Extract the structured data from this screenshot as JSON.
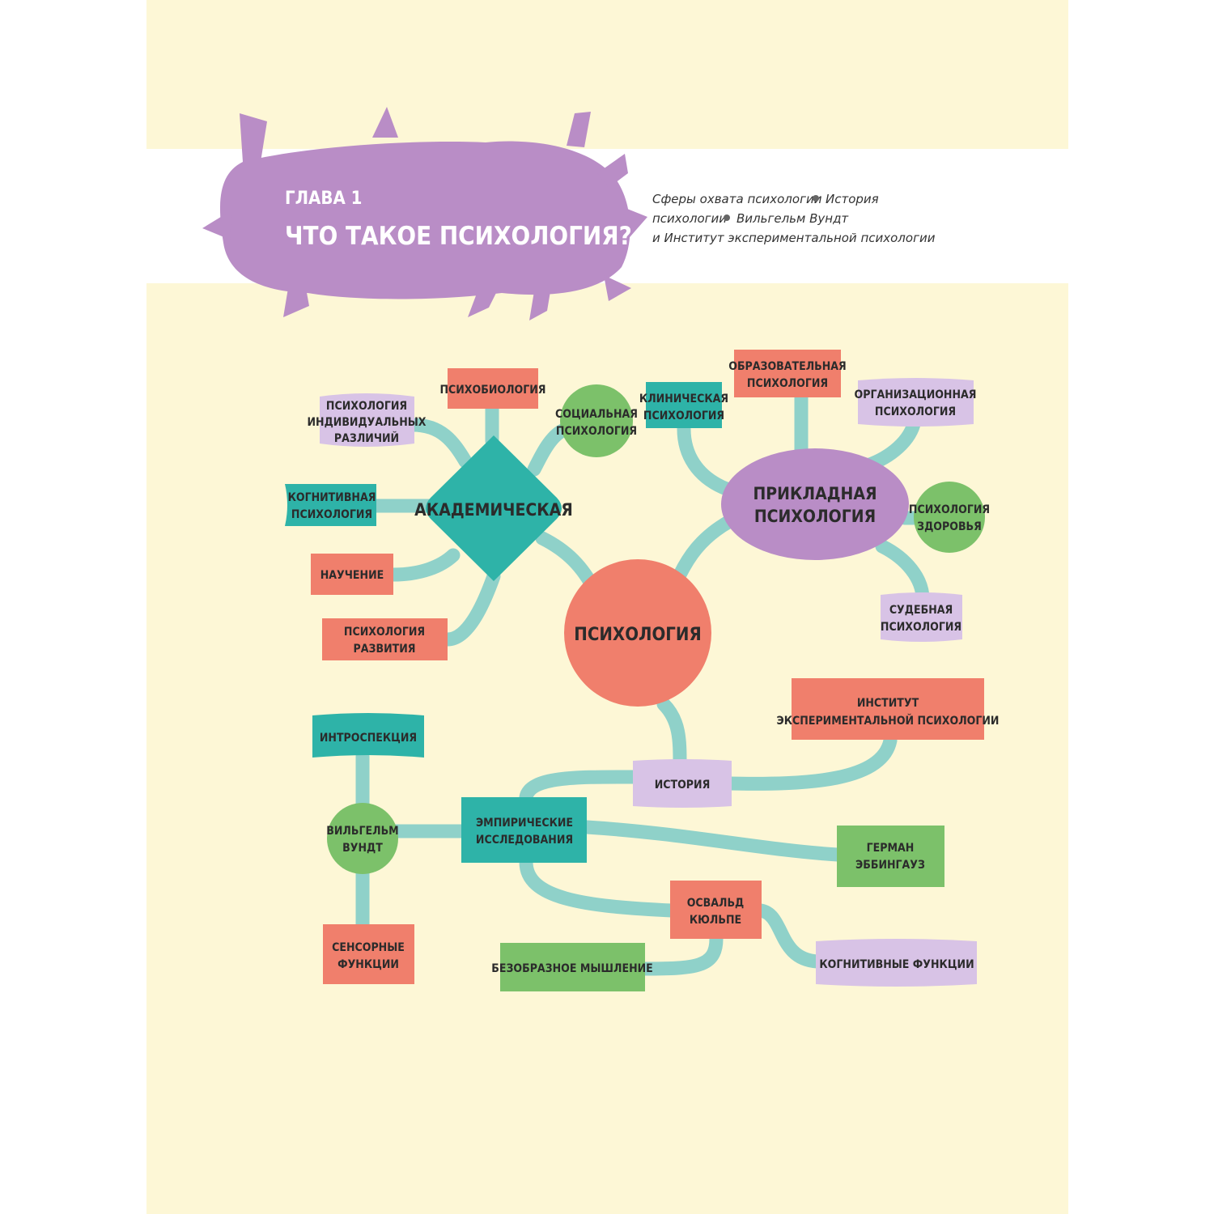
{
  "header": {
    "chapter": "ГЛАВА 1",
    "title": "ЧТО ТАКОЕ ПСИХОЛОГИЯ?",
    "topics_line1a": "Сферы охвата психологии",
    "topics_line1b": "История",
    "topics_line2a": "психологии",
    "topics_line2b": "Вильгельм Вундт",
    "topics_line3": "и Институт экспериментальной психологии"
  },
  "colors": {
    "teal": "#2eb3a8",
    "coral": "#f07f6c",
    "green": "#7cc16a",
    "lavender": "#d8c3e6",
    "purple": "#b98dc6",
    "connector": "#8fd1c9",
    "background": "#fdf7d6"
  },
  "nodes": {
    "psychology": "ПСИХОЛОГИЯ",
    "academic": "АКАДЕМИЧЕСКАЯ",
    "applied_1": "ПРИКЛАДНАЯ",
    "applied_2": "ПСИХОЛОГИЯ",
    "individual_1": "ПСИХОЛОГИЯ",
    "individual_2": "ИНДИВИДУАЛЬНЫХ",
    "individual_3": "РАЗЛИЧИЙ",
    "psychobiology": "ПСИХОБИОЛОГИЯ",
    "social_1": "СОЦИАЛЬНАЯ",
    "social_2": "ПСИХОЛОГИЯ",
    "cognitive_1": "КОГНИТИВНАЯ",
    "cognitive_2": "ПСИХОЛОГИЯ",
    "learning": "НАУЧЕНИЕ",
    "development_1": "ПСИХОЛОГИЯ",
    "development_2": "РАЗВИТИЯ",
    "clinical_1": "КЛИНИЧЕСКАЯ",
    "clinical_2": "ПСИХОЛОГИЯ",
    "educational_1": "ОБРАЗОВАТЕЛЬНАЯ",
    "educational_2": "ПСИХОЛОГИЯ",
    "organizational_1": "ОРГАНИЗАЦИОННАЯ",
    "organizational_2": "ПСИХОЛОГИЯ",
    "health_1": "ПСИХОЛОГИЯ",
    "health_2": "ЗДОРОВЬЯ",
    "forensic_1": "СУДЕБНАЯ",
    "forensic_2": "ПСИХОЛОГИЯ",
    "institute_1": "ИНСТИТУТ",
    "institute_2": "ЭКСПЕРИМЕНТАЛЬНОЙ ПСИХОЛОГИИ",
    "history": "ИСТОРИЯ",
    "introspection": "ИНТРОСПЕКЦИЯ",
    "wundt_1": "ВИЛЬГЕЛЬМ",
    "wundt_2": "ВУНДТ",
    "empirical_1": "ЭМПИРИЧЕСКИЕ",
    "empirical_2": "ИССЛЕДОВАНИЯ",
    "ebbinghaus_1": "ГЕРМАН",
    "ebbinghaus_2": "ЭББИНГАУЗ",
    "sensory_1": "СЕНСОРНЫЕ",
    "sensory_2": "ФУНКЦИИ",
    "kulpe_1": "ОСВАЛЬД",
    "kulpe_2": "КЮЛЬПЕ",
    "imageless": "БЕЗОБРАЗНОЕ МЫШЛЕНИЕ",
    "cognitive_functions": "КОГНИТИВНЫЕ ФУНКЦИИ"
  }
}
